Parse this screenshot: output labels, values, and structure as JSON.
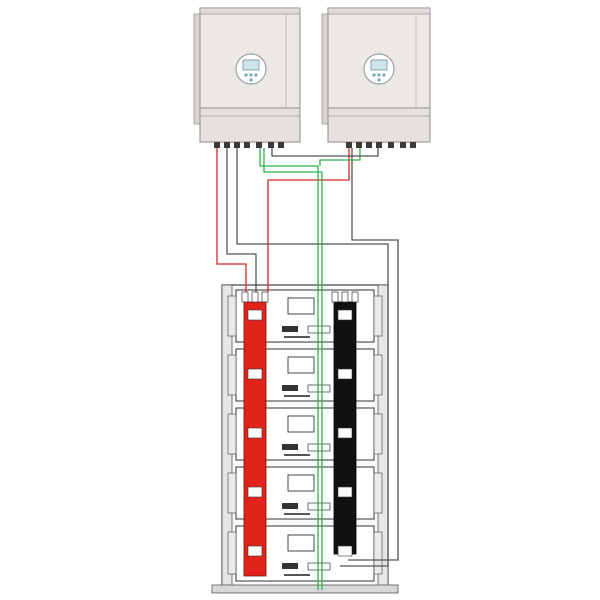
{
  "diagram": {
    "inverters": [
      {
        "id": "inverter-1",
        "display": "",
        "panel_color": "#e9e6e4"
      },
      {
        "id": "inverter-2",
        "display": "",
        "panel_color": "#e9e6e4"
      }
    ],
    "battery_modules": 5,
    "wires": {
      "positive_color": "#d9271e",
      "negative_color": "#555555",
      "communication_color": "#2fb24a"
    },
    "busbars": {
      "positive_color": "#e2231a",
      "negative_color": "#111111"
    },
    "rack_color": "#f4f4f4"
  }
}
